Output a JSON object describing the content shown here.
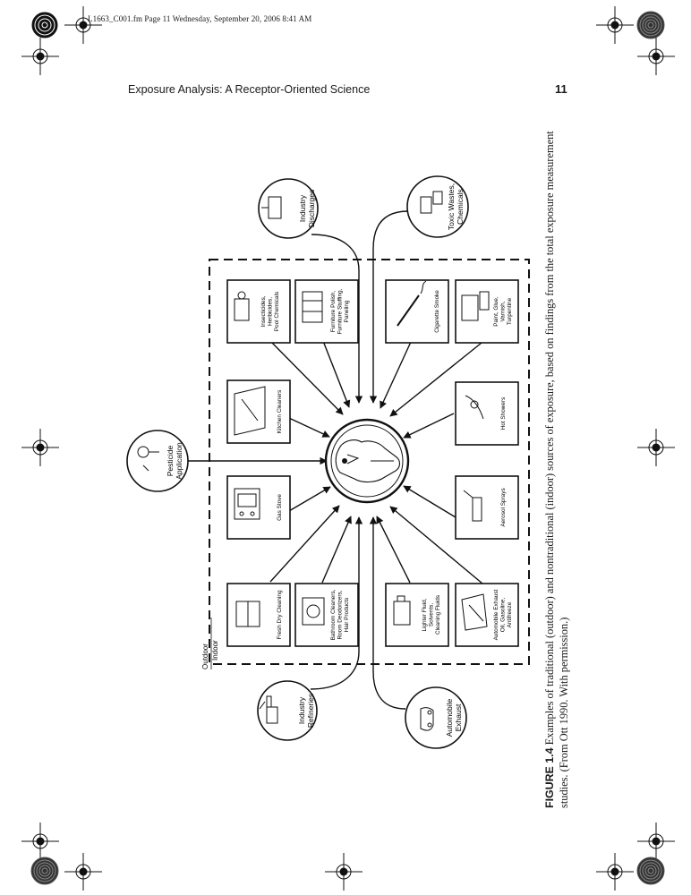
{
  "slug": "L1663_C001.fm  Page 11  Wednesday, September 20, 2006  8:41 AM",
  "running_head": "Exposure Analysis: A Receptor-Oriented Science",
  "page_number": "11",
  "figure": {
    "outdoor_label": "Outdoor",
    "indoor_label": "Indoor",
    "outdoor_sources": [
      [
        "Industry",
        "Refineries"
      ],
      [
        "Automobile",
        "Exhaust"
      ],
      [
        "Pesticide",
        "Application"
      ],
      [
        "Industry",
        "Discharges"
      ],
      [
        "Toxic Wastes,",
        "Chemicals"
      ]
    ],
    "indoor_sources": [
      [
        "Fresh Dry Cleaning"
      ],
      [
        "Bathroom Cleaners,",
        "Room Deodorizers,",
        "Hair Products"
      ],
      [
        "Lighter Fluid,",
        "Solvents,",
        "Cleaning Fluids"
      ],
      [
        "Automobile Exhaust",
        "Oil, Gasoline,",
        "Antifreeze"
      ],
      [
        "Gas Stove"
      ],
      [
        "Aerosol Sprays"
      ],
      [
        "Kitchen Cleaners"
      ],
      [
        "Hot Showers"
      ],
      [
        "Insecticides,",
        "Herbicides,",
        "Pool Chemicals"
      ],
      [
        "Furniture Polish,",
        "Furniture Stuffing,",
        "Paneling"
      ],
      [
        "Cigarette Smoke"
      ],
      [
        "Paint, Glue,",
        "Varnish,",
        "Turpentine"
      ]
    ]
  },
  "caption": {
    "label": "FIGURE 1.4",
    "text": "Examples of traditional (outdoor) and nontraditional (indoor) sources of exposure, based on findings from the total exposure measurement studies. (From Ott 1990. With permission.)"
  }
}
